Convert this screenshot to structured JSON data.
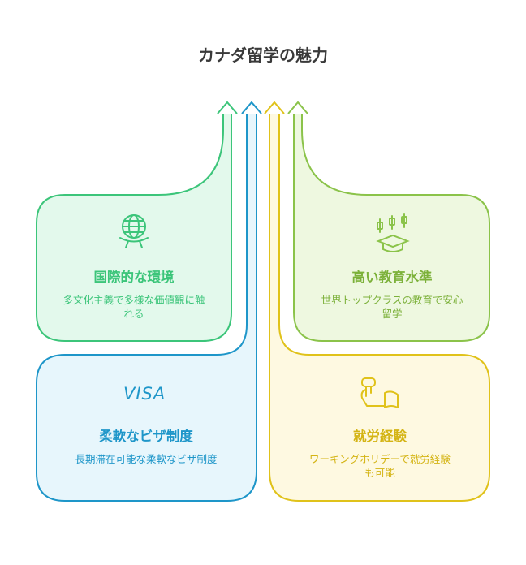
{
  "title": "カナダ留学の魅力",
  "cards": [
    {
      "title": "国際的な環境",
      "desc": "多文化主義で多様な価値観に触れる",
      "icon": "globe-icon",
      "color": "#3cc57a",
      "fill": "#e3f9ec"
    },
    {
      "title": "高い教育水準",
      "desc": "世界トップクラスの教育で安心留学",
      "icon": "education-quality-icon",
      "color": "#8bc34a",
      "fill": "#eef8e0"
    },
    {
      "title": "柔軟なビザ制度",
      "desc": "長期滞在可能な柔軟なビザ制度",
      "icon": "visa-icon",
      "icon_text": "VISA",
      "color": "#1e96c9",
      "fill": "#e7f6fc"
    },
    {
      "title": "就労経験",
      "desc": "ワーキングホリデーで就労経験も可能",
      "icon": "handshake-icon",
      "color": "#e0c21a",
      "fill": "#fef9e1"
    }
  ]
}
